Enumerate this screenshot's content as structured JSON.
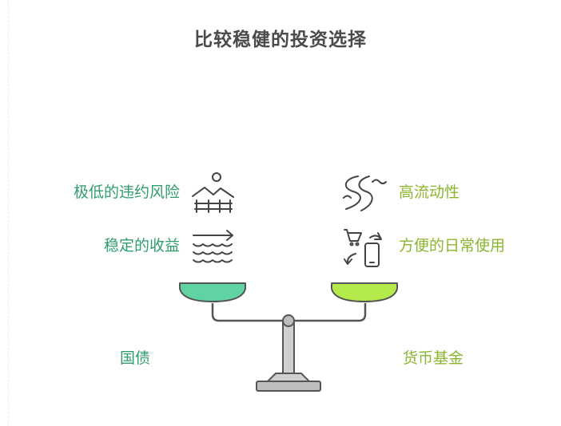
{
  "title": "比较稳健的投资选择",
  "left": {
    "features": [
      "极低的违约风险",
      "稳定的收益"
    ],
    "name": "国债",
    "color": "#2e9e6e",
    "pan_color": "#5fd3a2"
  },
  "right": {
    "features": [
      "高流动性",
      "方便的日常使用"
    ],
    "name": "货币基金",
    "color": "#8bb52e",
    "pan_color": "#b5ea4c"
  },
  "icons": {
    "left_feature_1": "landscape-with-fence-icon",
    "left_feature_2": "arrow-over-waves-icon",
    "right_feature_1": "winding-river-icon",
    "right_feature_2": "cart-and-phone-icon"
  }
}
